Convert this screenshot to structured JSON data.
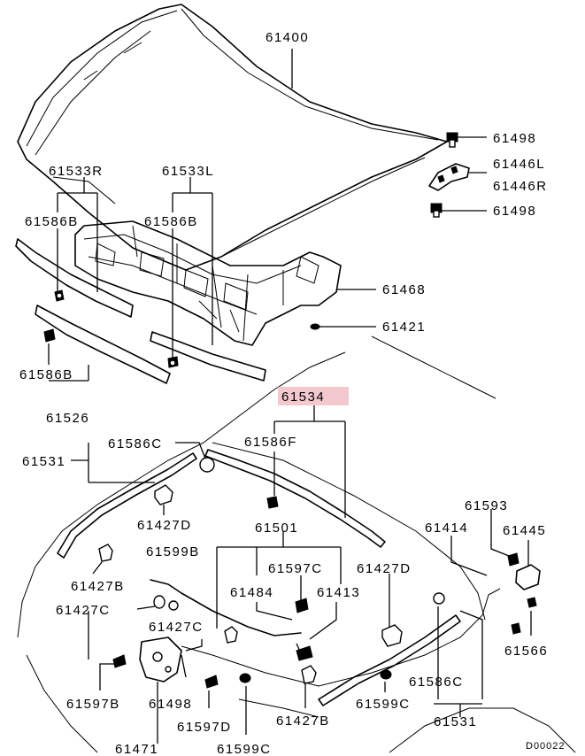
{
  "labels": {
    "p61400": "61400",
    "p61498_top": "61498",
    "p61446L": "61446L",
    "p61446R": "61446R",
    "p61498_mid": "61498",
    "p61533R": "61533R",
    "p61533L": "61533L",
    "p61586B_left": "61586B",
    "p61586B_mid": "61586B",
    "p61468": "61468",
    "p61421": "61421",
    "p61586B_low": "61586B",
    "p61526": "61526",
    "p61534": "61534",
    "p61586C_top": "61586C",
    "p61586F": "61586F",
    "p61531_left": "61531",
    "p61427D_left": "61427D",
    "p61501": "61501",
    "p61593": "61593",
    "p61414": "61414",
    "p61445": "61445",
    "p61599B": "61599B",
    "p61597C": "61597C",
    "p61427D_right": "61427D",
    "p61427B_left": "61427B",
    "p61484": "61484",
    "p61413": "61413",
    "p61427C_left": "61427C",
    "p61427C_mid": "61427C",
    "p61566": "61566",
    "p61597B": "61597B",
    "p61498_low": "61498",
    "p61586C_low": "61586C",
    "p61597D": "61597D",
    "p61427B_low": "61427B",
    "p61599C_mid": "61599C",
    "p61599C_low": "61599C",
    "p61531_low": "61531",
    "p61471": "61471",
    "diagram_code": "D00022"
  },
  "highlight_color": "#f3c9cf"
}
